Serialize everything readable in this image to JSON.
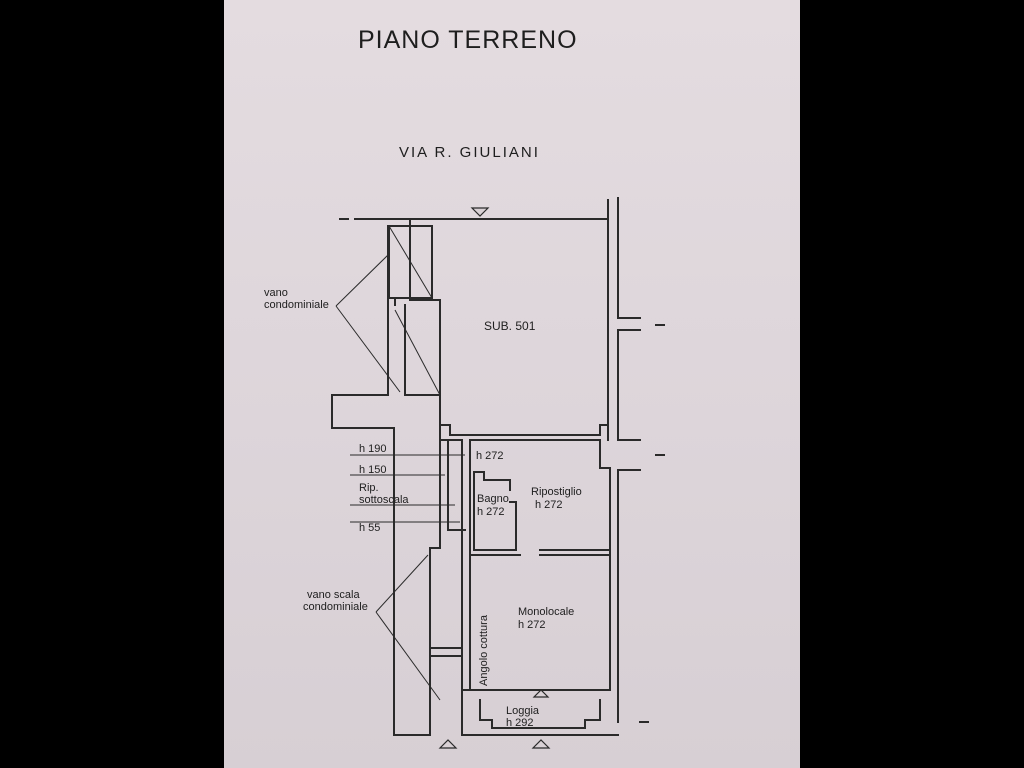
{
  "drawing": {
    "title": "PIANO TERRENO",
    "street": "VIA R. GIULIANI"
  },
  "labels": {
    "vano_condominiale_1": "vano",
    "vano_condominiale_2": "condominiale",
    "sub": "SUB. 501",
    "h190": "h 190",
    "h150": "h 150",
    "rip_1": "Rip.",
    "rip_2": "sottoscala",
    "h55": "h 55",
    "h272_corr": "h 272",
    "bagno_1": "Bagno",
    "bagno_2": "h 272",
    "ripostiglio_1": "Ripostiglio",
    "ripostiglio_2": "h 272",
    "vano_scala_1": "vano scala",
    "vano_scala_2": "condominiale",
    "monolocale_1": "Monolocale",
    "monolocale_2": "h 272",
    "angolo_cottura": "Angolo cottura",
    "loggia_1": "Loggia",
    "loggia_2": "h 292"
  }
}
